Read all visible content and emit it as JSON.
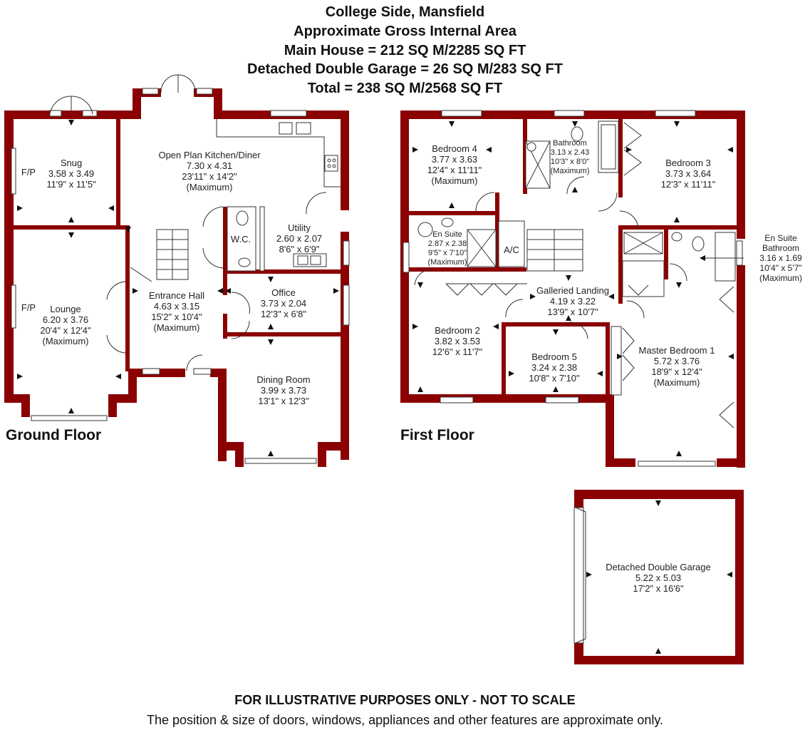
{
  "header": {
    "title": "College Side, Mansfield",
    "line2": "Approximate Gross Internal Area",
    "line3": "Main House = 212 SQ M/2285 SQ FT",
    "line4": "Detached Double Garage = 26 SQ M/283 SQ FT",
    "line5": "Total = 238 SQ M/2568 SQ FT"
  },
  "floors": {
    "ground": "Ground Floor",
    "first": "First Floor"
  },
  "rooms": {
    "snug": [
      "Snug",
      "3.58 x 3.49",
      "11'9\" x 11'5\""
    ],
    "kitchen": [
      "Open Plan Kitchen/Diner",
      "7.30 x 4.31",
      "23'11\" x 14'2\"",
      "(Maximum)"
    ],
    "wc": [
      "W.C."
    ],
    "utility": [
      "Utility",
      "2.60 x 2.07",
      "8'6\" x 6'9\""
    ],
    "lounge": [
      "Lounge",
      "6.20 x 3.76",
      "20'4\" x 12'4\"",
      "(Maximum)"
    ],
    "hall": [
      "Entrance Hall",
      "4.63 x 3.15",
      "15'2\" x 10'4\"",
      "(Maximum)"
    ],
    "office": [
      "Office",
      "3.73 x 2.04",
      "12'3\" x 6'8\""
    ],
    "dining": [
      "Dining Room",
      "3.99 x 3.73",
      "13'1\" x 12'3\""
    ],
    "bed4": [
      "Bedroom 4",
      "3.77 x 3.63",
      "12'4\" x 11'11\"",
      "(Maximum)"
    ],
    "bathroom": [
      "Bathroom",
      "3.13 x 2.43",
      "10'3\" x 8'0\"",
      "(Maximum)"
    ],
    "bed3": [
      "Bedroom 3",
      "3.73 x 3.64",
      "12'3\" x 11'11\""
    ],
    "ensuite": [
      "En Suite",
      "2.87 x 2.38",
      "9'5\" x 7'10\"",
      "(Maximum)"
    ],
    "ac": [
      "A/C"
    ],
    "ensuiteBath": [
      "En Suite",
      "Bathroom",
      "3.16 x 1.69",
      "10'4\" x 5'7\"",
      "(Maximum)"
    ],
    "landing": [
      "Galleried Landing",
      "4.19 x 3.22",
      "13'9\" x 10'7\""
    ],
    "bed2": [
      "Bedroom 2",
      "3.82 x 3.53",
      "12'6\" x 11'7\""
    ],
    "bed5": [
      "Bedroom 5",
      "3.24 x 2.38",
      "10'8\" x 7'10\""
    ],
    "master": [
      "Master Bedroom 1",
      "5.72 x 3.76",
      "18'9\" x 12'4\"",
      "(Maximum)"
    ],
    "garage": [
      "Detached Double Garage",
      "5.22 x 5.03",
      "17'2\" x 16'6\""
    ]
  },
  "fireplace_label": "F/P",
  "footer": {
    "line1": "FOR ILLUSTRATIVE PURPOSES ONLY - NOT TO SCALE",
    "line2": "The position & size of doors, windows, appliances and other features are approximate only."
  },
  "colors": {
    "wall": "#8b0000"
  }
}
